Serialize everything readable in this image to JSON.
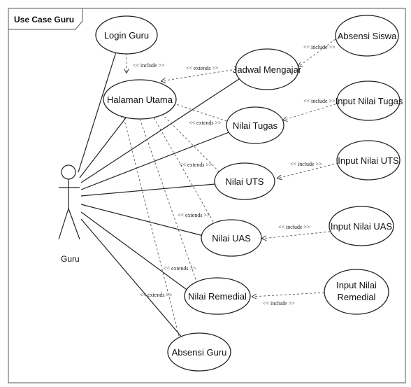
{
  "frame": {
    "title": "Use Case Guru"
  },
  "actor": {
    "name": "Guru"
  },
  "use_cases": {
    "login_guru": "Login Guru",
    "halaman_utama": "Halaman Utama",
    "jadwal_mengajar": "Jadwal Mengajar",
    "absensi_siswa": "Absensi Siswa",
    "nilai_tugas": "Nilai Tugas",
    "input_nilai_tugas": "Input Nilai Tugas",
    "nilai_uts": "Nilai UTS",
    "input_nilai_uts": "Input Nilai UTS",
    "nilai_uas": "Nilai UAS",
    "input_nilai_uas": "Input Nilai UAS",
    "nilai_remedial": "Nilai Remedial",
    "input_nilai_remedial_line1": "Input Nilai",
    "input_nilai_remedial_line2": "Remedial",
    "absensi_guru": "Absensi Guru"
  },
  "stereotypes": {
    "include": "<< include >>",
    "extends": "<< extends >>"
  }
}
